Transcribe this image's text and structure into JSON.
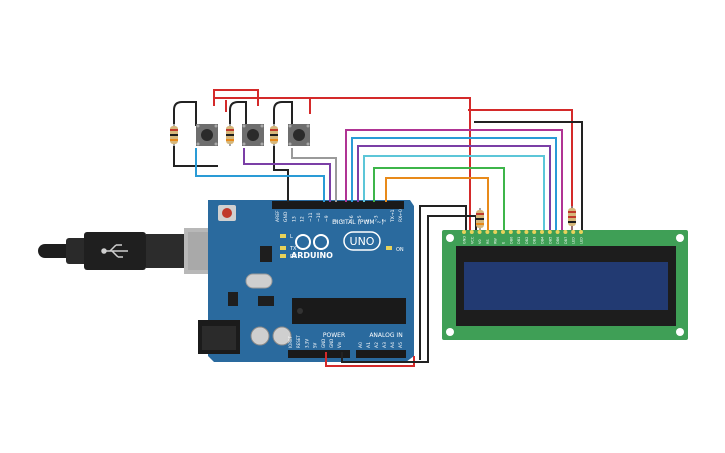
{
  "arduino": {
    "brand": "ARDUINO",
    "model": "UNO",
    "digital_label": "DIGITAL (PWM ~)",
    "power_label": "POWER",
    "analog_label": "ANALOG IN",
    "led_on": "ON",
    "led_l": "L",
    "led_tx": "TX",
    "led_rx": "RX",
    "digital_pins": [
      "AREF",
      "GND",
      "13",
      "12",
      "~11",
      "~10",
      "~9",
      "8",
      "7",
      "~6",
      "~5",
      "4",
      "~3",
      "2",
      "TX→1",
      "RX←0"
    ],
    "power_pins": [
      "IOREF",
      "RESET",
      "3.3V",
      "5V",
      "GND",
      "GND",
      "Vin"
    ],
    "analog_pins": [
      "A0",
      "A1",
      "A2",
      "A3",
      "A4",
      "A5"
    ]
  },
  "lcd": {
    "pins": [
      "GND",
      "VCC",
      "V0",
      "RS",
      "RW",
      "E",
      "DB0",
      "DB1",
      "DB2",
      "DB3",
      "DB4",
      "DB5",
      "DB6",
      "DB7",
      "LED",
      "LED"
    ]
  },
  "colors": {
    "board": "#2a6a9e",
    "lcd_pcb": "#3f9f56",
    "lcd_screen": "#223a72",
    "wire_red": "#d42a2a",
    "wire_black": "#222222",
    "wire_blue": "#2a9bd6",
    "wire_purple": "#7b3fa6",
    "wire_magenta": "#b03494",
    "wire_cyan": "#5cc6d8",
    "wire_green": "#3db54a",
    "wire_orange": "#e88a1a",
    "wire_gray": "#9a9a9a"
  }
}
